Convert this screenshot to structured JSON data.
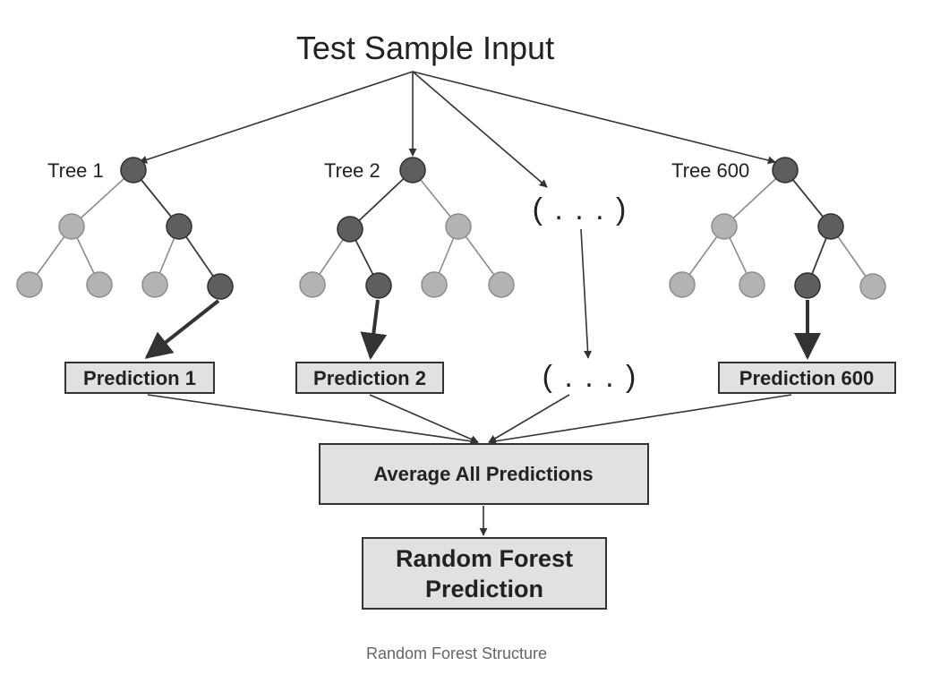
{
  "title": "Test Sample Input",
  "trees": [
    {
      "label": "Tree 1"
    },
    {
      "label": "Tree 2"
    },
    {
      "label": "Tree 600"
    }
  ],
  "ellipsis_tree": "( . . . )",
  "ellipsis_prediction": "( . . . )",
  "predictions": [
    "Prediction 1",
    "Prediction 2",
    "Prediction 600"
  ],
  "average_label": "Average All Predictions",
  "final_label_line1": "Random Forest",
  "final_label_line2": "Prediction",
  "caption": "Random Forest Structure",
  "colors": {
    "node_dark": "#5e5e5e",
    "node_light": "#b3b3b3",
    "box_fill": "#e1e1e1"
  }
}
